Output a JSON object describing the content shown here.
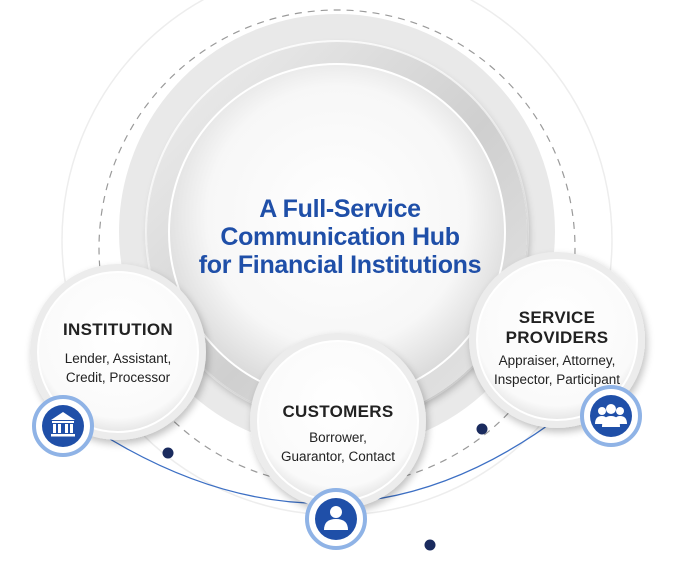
{
  "hub": {
    "title_lines": [
      "A Full-Service",
      "Communication Hub",
      "for Financial Institutions"
    ]
  },
  "nodes": {
    "institution": {
      "heading": "INSTITUTION",
      "lines": [
        "Lender, Assistant,",
        "Credit, Processor"
      ],
      "icon": "bank-icon"
    },
    "customers": {
      "heading": "CUSTOMERS",
      "lines": [
        "Borrower,",
        "Guarantor, Contact"
      ],
      "icon": "person-icon"
    },
    "service_providers": {
      "heading_lines": [
        "SERVICE",
        "PROVIDERS"
      ],
      "lines": [
        "Appraiser, Attorney,",
        "Inspector, Participant"
      ],
      "icon": "group-icon"
    }
  },
  "colors": {
    "accent_blue": "#1f4fa8",
    "dark_navy": "#1a2b5e",
    "icon_ring": "#8fb3e6",
    "text": "#222222"
  }
}
